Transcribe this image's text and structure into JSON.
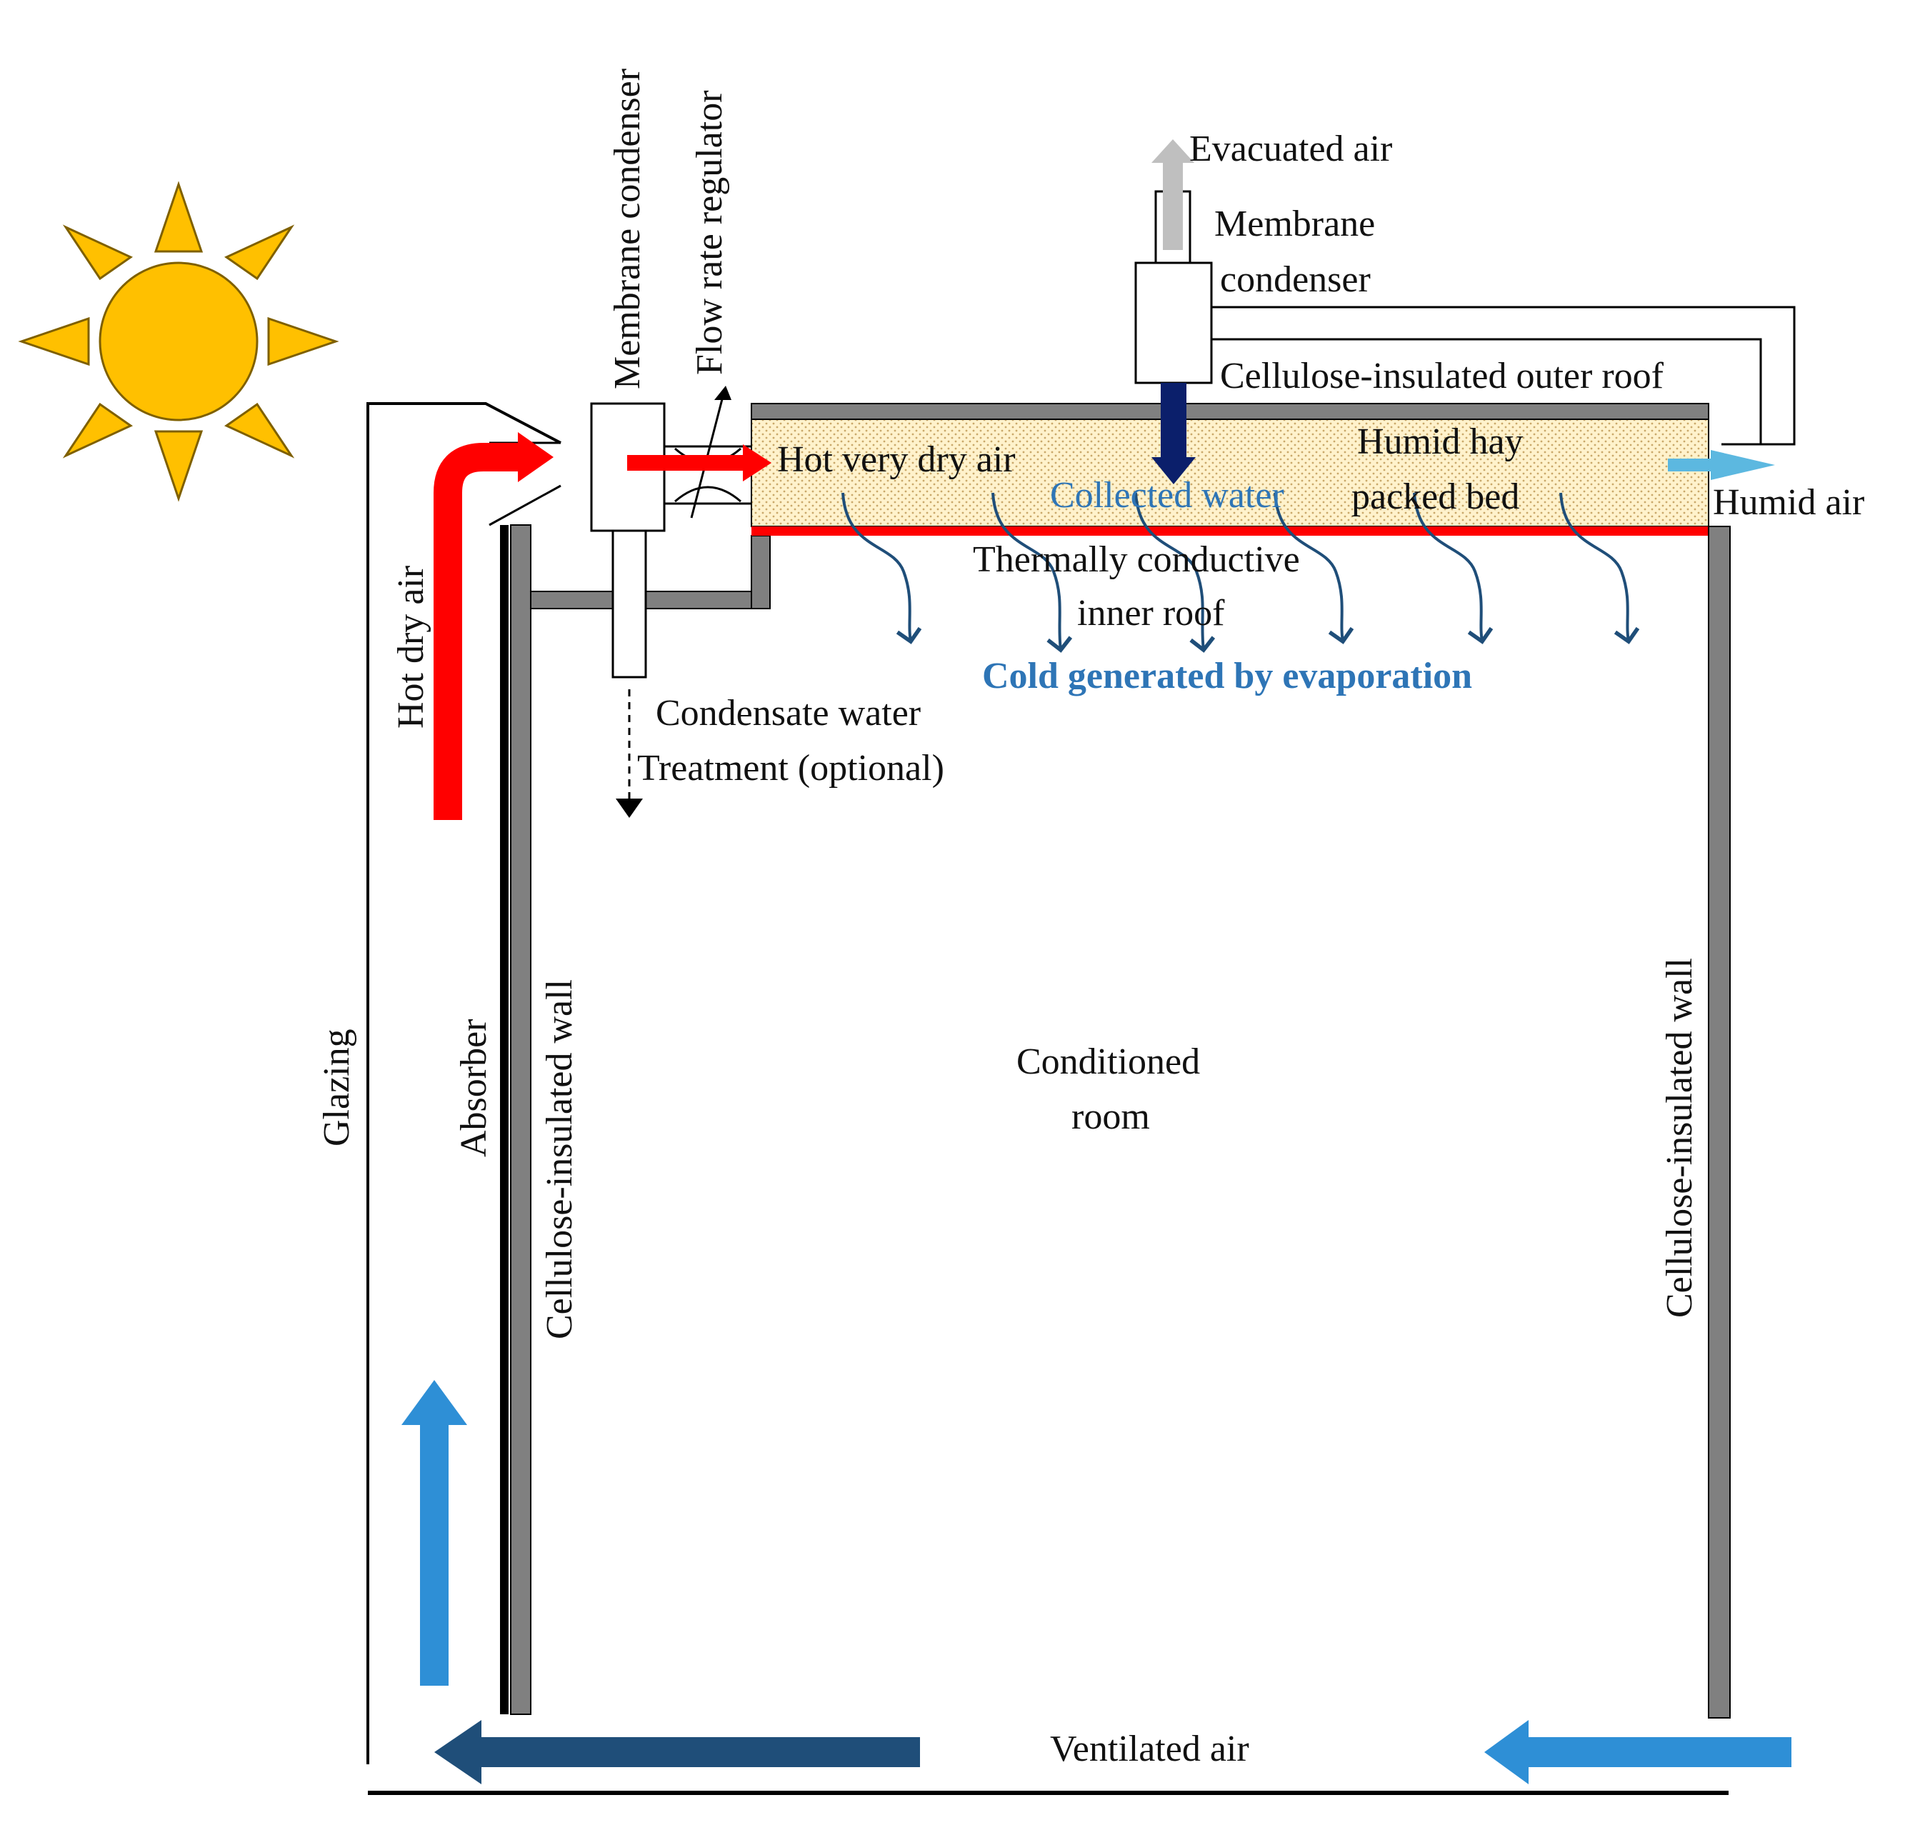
{
  "labels": {
    "membrane_condenser_left": "Membrane condenser",
    "flow_rate_regulator": "Flow rate regulator",
    "evacuated_air": "Evacuated air",
    "membrane_condenser_top_1": "Membrane",
    "membrane_condenser_top_2": "condenser",
    "outer_roof": "Cellulose-insulated outer roof",
    "hot_very_dry_air": "Hot very dry air",
    "humid_hay_1": "Humid hay",
    "humid_hay_2": "packed bed",
    "collected_water": "Collected water",
    "humid_air": "Humid air",
    "inner_roof_1": "Thermally conductive",
    "inner_roof_2": "inner roof",
    "cold_generated": "Cold generated by evaporation",
    "hot_dry_air": "Hot dry air",
    "condensate_water": "Condensate water",
    "treatment": "Treatment (optional)",
    "glazing": "Glazing",
    "absorber": "Absorber",
    "wall_left": "Cellulose-insulated wall",
    "wall_right": "Cellulose-insulated wall",
    "conditioned_room_1": "Conditioned",
    "conditioned_room_2": "room",
    "ventilated_air": "Ventilated air"
  },
  "colors": {
    "sun": "#ffc000",
    "sun_outline": "#7f6000",
    "hot_air": "#ff0000",
    "cool_air": "#2e8fd6",
    "dark_air": "#1f4e79",
    "collected_water": "#0b1f6b",
    "wall": "#808080",
    "packed_bed": "#fff2cc",
    "evaporation_arrows": "#1f4e79",
    "evacuated_air": "#bfbfbf",
    "humid_air_arrow": "#5cb8e0"
  },
  "icons": {
    "sun": "sun-icon"
  }
}
